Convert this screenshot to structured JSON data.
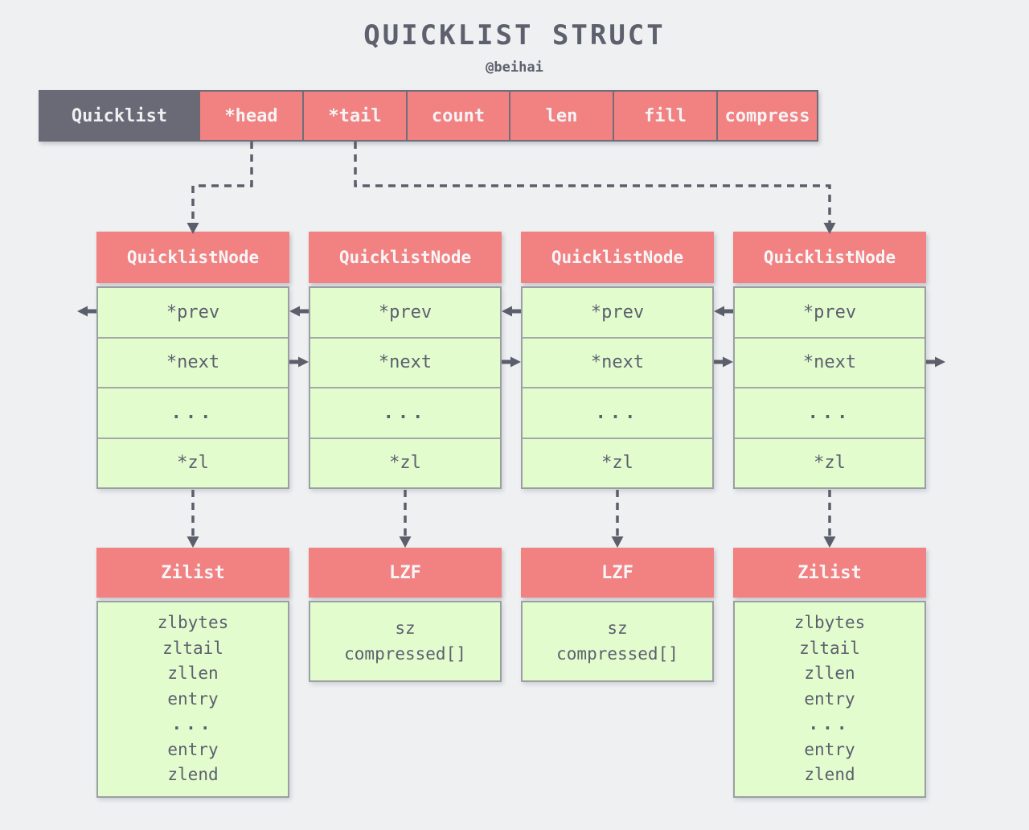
{
  "title": "QUICKLIST STRUCT",
  "subtitle": "@beihai",
  "colors": {
    "background": "#eef0f2",
    "salmon_header": "#f28181",
    "dark_cell": "#696a75",
    "green_cell": "#e3fcce",
    "line_and_text": "#5b5e6b"
  },
  "quicklist_row": {
    "name_cell": "Quicklist",
    "fields": [
      "*head",
      "*tail",
      "count",
      "len",
      "fill",
      "compress"
    ]
  },
  "nodes": [
    {
      "title": "QuicklistNode",
      "rows": [
        "*prev",
        "*next",
        "...",
        "*zl"
      ]
    },
    {
      "title": "QuicklistNode",
      "rows": [
        "*prev",
        "*next",
        "...",
        "*zl"
      ]
    },
    {
      "title": "QuicklistNode",
      "rows": [
        "*prev",
        "*next",
        "...",
        "*zl"
      ]
    },
    {
      "title": "QuicklistNode",
      "rows": [
        "*prev",
        "*next",
        "...",
        "*zl"
      ]
    }
  ],
  "bottom_boxes": [
    {
      "title": "Zilist",
      "lines": [
        "zlbytes",
        "zltail",
        "zllen",
        "entry",
        "...",
        "entry",
        "zlend"
      ]
    },
    {
      "title": "LZF",
      "lines": [
        "sz",
        "compressed[]"
      ]
    },
    {
      "title": "LZF",
      "lines": [
        "sz",
        "compressed[]"
      ]
    },
    {
      "title": "Zilist",
      "lines": [
        "zlbytes",
        "zltail",
        "zllen",
        "entry",
        "...",
        "entry",
        "zlend"
      ]
    }
  ]
}
